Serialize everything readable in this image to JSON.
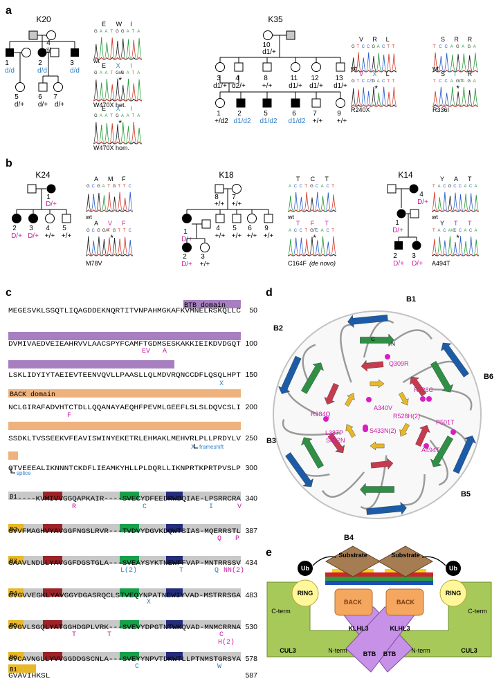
{
  "colors": {
    "blue_text": "#2f7fc4",
    "magenta_text": "#cc1ba6",
    "btb_purple": "#a77fc0",
    "back_orange": "#f0b27d",
    "blade_gray": "#c8c8c8",
    "blade_yellow": "#e7b82a",
    "blade_red": "#9c2328",
    "blade_green": "#17a04a",
    "blade_navy": "#242c7c",
    "strand_blue": "#1c5ba8",
    "strand_green": "#2f8f45",
    "strand_red": "#c63b4f",
    "strand_yellow": "#e6b82a",
    "cul3_green": "#a6c95a",
    "klhl3_purple": "#c691e6",
    "back_box": "#f5a75f",
    "substrate_brown": "#a67c52",
    "ring_yellow": "#fff799"
  },
  "panel_labels": {
    "a": "a",
    "b": "b",
    "c": "c",
    "d": "d",
    "e": "e"
  },
  "panel_a": {
    "k20": {
      "family": "K20",
      "top_female": "4",
      "top_female_geno": "d/+",
      "ind1": "1",
      "ind1_geno": "d/d",
      "ind2": "2",
      "ind2_geno": "d/d",
      "ind3": "3",
      "ind3_geno": "d/d",
      "ind5": "5",
      "ind5_geno": "d/+",
      "ind6": "6",
      "ind6_geno": "d/+",
      "ind7": "7",
      "ind7_geno": "d/+",
      "trace1_letters": [
        "E",
        "W",
        "I"
      ],
      "trace1_label": "wt",
      "trace1_bases": "G A A T G G A T A",
      "trace2_letters": [
        "E",
        "X",
        "I"
      ],
      "trace2_label": "W470X het.",
      "trace2_bases": "G A A T G/A G A T A",
      "trace3_letters": [
        "E",
        "X",
        "I"
      ],
      "trace3_label": "W470X hom.",
      "trace3_bases": "G A A T G A A T A"
    },
    "k35": {
      "family": "K35",
      "top_female": "10",
      "top_female_geno": "d1/+",
      "row2": [
        {
          "id": "3",
          "geno": "d1/+"
        },
        {
          "id": "4",
          "geno": "d2/+"
        },
        {
          "id": "8",
          "geno": "+/+"
        },
        {
          "id": "11",
          "geno": "d1/+"
        },
        {
          "id": "12",
          "geno": "d1/+"
        },
        {
          "id": "13",
          "geno": "d1/+"
        }
      ],
      "row3": [
        {
          "id": "1",
          "geno": "+/d2"
        },
        {
          "id": "2",
          "geno": "d1/d2"
        },
        {
          "id": "5",
          "geno": "d1/d2"
        },
        {
          "id": "6",
          "geno": "d1/d2"
        },
        {
          "id": "7",
          "geno": "+/+"
        },
        {
          "id": "9",
          "geno": "+/+"
        }
      ],
      "traceA_wt_letters": [
        "V",
        "R",
        "L"
      ],
      "traceA_wt_bases": "G T C C G A C T T",
      "traceA_mut_letters": [
        "V",
        "X",
        "L"
      ],
      "traceA_mut_bases": "G T C C/T G A C T T",
      "traceA_label": "R240X",
      "traceB_wt_letters": [
        "S",
        "R",
        "R"
      ],
      "traceB_wt_bases": "T C C A G A G A",
      "traceB_mut_letters": [
        "S",
        "I",
        "R"
      ],
      "traceB_mut_bases": "T C C A G/T A G A",
      "traceB_label": "R336I",
      "wt": "wt"
    }
  },
  "panel_b": {
    "k24": {
      "family": "K24",
      "mother": "1",
      "mother_geno": "D/+",
      "kids": [
        {
          "id": "2",
          "geno": "D/+"
        },
        {
          "id": "3",
          "geno": "D/+"
        },
        {
          "id": "4",
          "geno": "+/+"
        },
        {
          "id": "5",
          "geno": "+/+"
        }
      ],
      "wt_letters": [
        "A",
        "M",
        "F"
      ],
      "wt_bases": "G C G A T G T T C",
      "mut_letters": [
        "A",
        "V",
        "F"
      ],
      "mut_bases": "G C G G/A T G T T C",
      "label": "M78V",
      "wt": "wt"
    },
    "k18": {
      "family": "K18",
      "father": "8",
      "father_geno": "+/+",
      "mother": "7",
      "mother_geno": "+/+",
      "kids": [
        {
          "id": "1",
          "geno": "D/+"
        },
        {
          "id": "4",
          "geno": "+/+"
        },
        {
          "id": "5",
          "geno": "+/+"
        },
        {
          "id": "6",
          "geno": "+/+"
        },
        {
          "id": "9",
          "geno": "+/+"
        }
      ],
      "grandkids": [
        {
          "id": "2",
          "geno": "D/+"
        },
        {
          "id": "3",
          "geno": "+/+"
        }
      ],
      "wt_letters": [
        "T",
        "C",
        "T"
      ],
      "wt_bases": "A C C T G C A C T",
      "mut_letters": [
        "T",
        "F",
        "T"
      ],
      "mut_bases": "A C C T G/T C A C T",
      "label": "C164F",
      "label2": "(de novo)",
      "wt": "wt"
    },
    "k14": {
      "family": "K14",
      "mother": "4",
      "mother_geno": "D/+",
      "child": "1",
      "child_geno": "D/+",
      "grandkids": [
        {
          "id": "2",
          "geno": "D/+"
        },
        {
          "id": "3",
          "geno": "D/+"
        }
      ],
      "wt_letters": [
        "Y",
        "A",
        "T"
      ],
      "wt_bases": "T A C G C C A C A",
      "mut_letters": [
        "Y",
        "T",
        "T"
      ],
      "mut_bases": "T A C A/G C C A C A",
      "label": "A494T",
      "wt": "wt"
    }
  },
  "panel_c": {
    "btb_label": "BTB domain",
    "back_label": "BACK domain",
    "frameshift": "frameshift",
    "splice": "splice",
    "lines": [
      {
        "seq": "MEGESVKLSSQTLIQAGDDEKNQRTITVNPAHMGKAFKVMNELRSKQLLC",
        "num": "50"
      },
      {
        "seq": "DVMIVAEDVEIEAHRVVLAACSPYFCAMFTGDMSESKAKKIEIKDVDGQT",
        "num": "100"
      },
      {
        "seq": "LSKLIDYIYTAEIEVTEENVQVLLPAASLLQLMDVRQNCCDFLQSQLHPT",
        "num": "150"
      },
      {
        "seq": "NCLGIRAFADVHTCTDLLQQANAYAEQHFPEVMLGEEFLSLSLDQVCSLI",
        "num": "200"
      },
      {
        "seq": "SSDKLTVSSEEKVFEAVISWINYEKETRLEHMAKLMEHVRLPLLPRDYLV",
        "num": "250"
      },
      {
        "seq": "QTVEEEALIKNNNTCKDFLIEAMKYHLLPLDQRLLIKNPRTKPRTPVSLP",
        "num": "300"
      },
      {
        "seq": "------KVMIVVGGQAPKAIR----SVECYDFEEDRWDQIAE-LPSRRCRA",
        "num": "340"
      },
      {
        "seq": "GVVFMAGHVYAVGGFNGSLRVR---TVDVYDGVKDQWTSIAS-MQERRSTL",
        "num": "387"
      },
      {
        "seq": "GAAVLNDLLYAVGGFDGSTGLA---SVEAYSYKTNEWFFVAP-MNTRRSSV",
        "num": "434"
      },
      {
        "seq": "GVGVVEGKLYAVGGYDGASRQCLSTVEQYNPATNEWIYVAD-MSTRRSGA",
        "num": "483"
      },
      {
        "seq": "GVGVLSGQLYATGGHDGPLVRK---SVEVYDPGTNTWKQVAD-MNMCRRNA",
        "num": "530"
      },
      {
        "seq": "GVCAVNGLLYVVGGDDGSCNLA---SVEYYNPVTDKWTLLPTNMSTGRSYA",
        "num": "578"
      },
      {
        "seq": "GVAVIHKSL",
        "num": "587"
      }
    ],
    "blades": [
      "B1",
      "B2",
      "B3",
      "B4",
      "B5",
      "B6",
      "B1"
    ],
    "mut_r100": [
      {
        "t": "EV",
        "c": "magenta"
      },
      {
        "t": "A",
        "c": "magenta"
      }
    ],
    "mut_r150": [
      {
        "t": "X",
        "c": "blue"
      }
    ],
    "mut_r200": [
      {
        "t": "F",
        "c": "magenta"
      }
    ],
    "mut_r250": [
      {
        "t": "X",
        "c": "blue"
      }
    ],
    "mut_r340": [
      {
        "t": "R",
        "c": "magenta"
      },
      {
        "t": "C",
        "c": "blue"
      },
      {
        "t": "I",
        "c": "blue"
      },
      {
        "t": "V",
        "c": "magenta"
      }
    ],
    "mut_r387": [
      {
        "t": "Q",
        "c": "magenta"
      },
      {
        "t": "P",
        "c": "magenta"
      }
    ],
    "mut_r434": [
      {
        "t": "L(2)",
        "c": "blue"
      },
      {
        "t": "T",
        "c": "blue"
      },
      {
        "t": "Q",
        "c": "blue"
      },
      {
        "t": "NN(2)",
        "c": "magenta"
      }
    ],
    "mut_r483": [
      {
        "t": "X",
        "c": "blue"
      }
    ],
    "mut_r530": [
      {
        "t": "T",
        "c": "magenta"
      },
      {
        "t": "T",
        "c": "magenta"
      },
      {
        "t": "C",
        "c": "magenta"
      },
      {
        "t": "H(2)",
        "c": "magenta"
      }
    ],
    "mut_r578": [
      {
        "t": "C",
        "c": "blue"
      },
      {
        "t": "W",
        "c": "blue"
      }
    ]
  },
  "panel_d": {
    "blades": [
      "B1",
      "B2",
      "B3",
      "B4",
      "B5",
      "B6"
    ],
    "termini": [
      "C",
      "N"
    ],
    "mutations": [
      "Q309R",
      "A340V",
      "R528C",
      "R528H(2)",
      "R384Q",
      "P501T",
      "S433N(2)",
      "L387P",
      "S432N",
      "A494T"
    ]
  },
  "panel_e": {
    "substrate": "Substrate",
    "ub": "Ub",
    "ring": "RING",
    "back": "BACK",
    "klhl3": "KLHL3",
    "btb": "BTB",
    "cterm": "C-term",
    "nterm": "N-term",
    "cul3": "CUL3"
  }
}
